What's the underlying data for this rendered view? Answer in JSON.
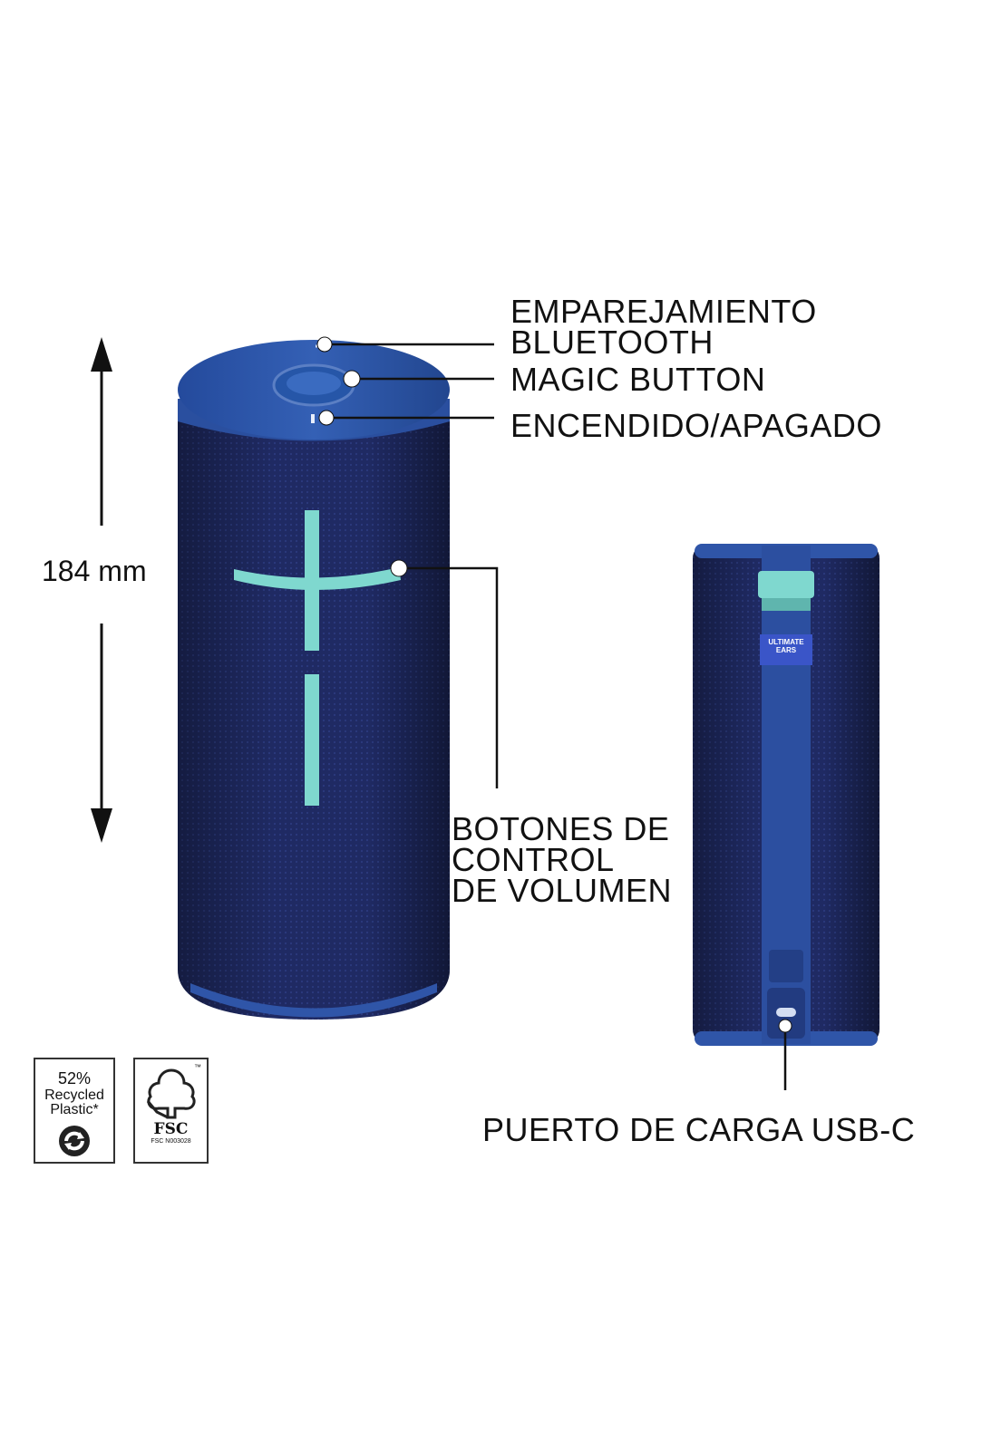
{
  "dimension": {
    "height_label": "184 mm"
  },
  "callouts": {
    "bluetooth": [
      "EMPAREJAMIENTO",
      "BLUETOOTH"
    ],
    "magic": "MAGIC BUTTON",
    "power": "ENCENDIDO/APAGADO",
    "volume": [
      "BOTONES DE",
      "CONTROL",
      "DE VOLUMEN"
    ],
    "usb": "PUERTO DE CARGA USB-C"
  },
  "strap_brand": [
    "ULTIMATE",
    "EARS"
  ],
  "badges": {
    "recycled": {
      "percent": "52%",
      "line1": "Recycled",
      "line2": "Plastic*"
    },
    "fsc": {
      "mark": "FSC",
      "code": "FSC  N003028",
      "tm": "™"
    }
  },
  "colors": {
    "body": "#1f2a63",
    "cap": "#2f55a8",
    "accent": "#7fd8cf"
  }
}
